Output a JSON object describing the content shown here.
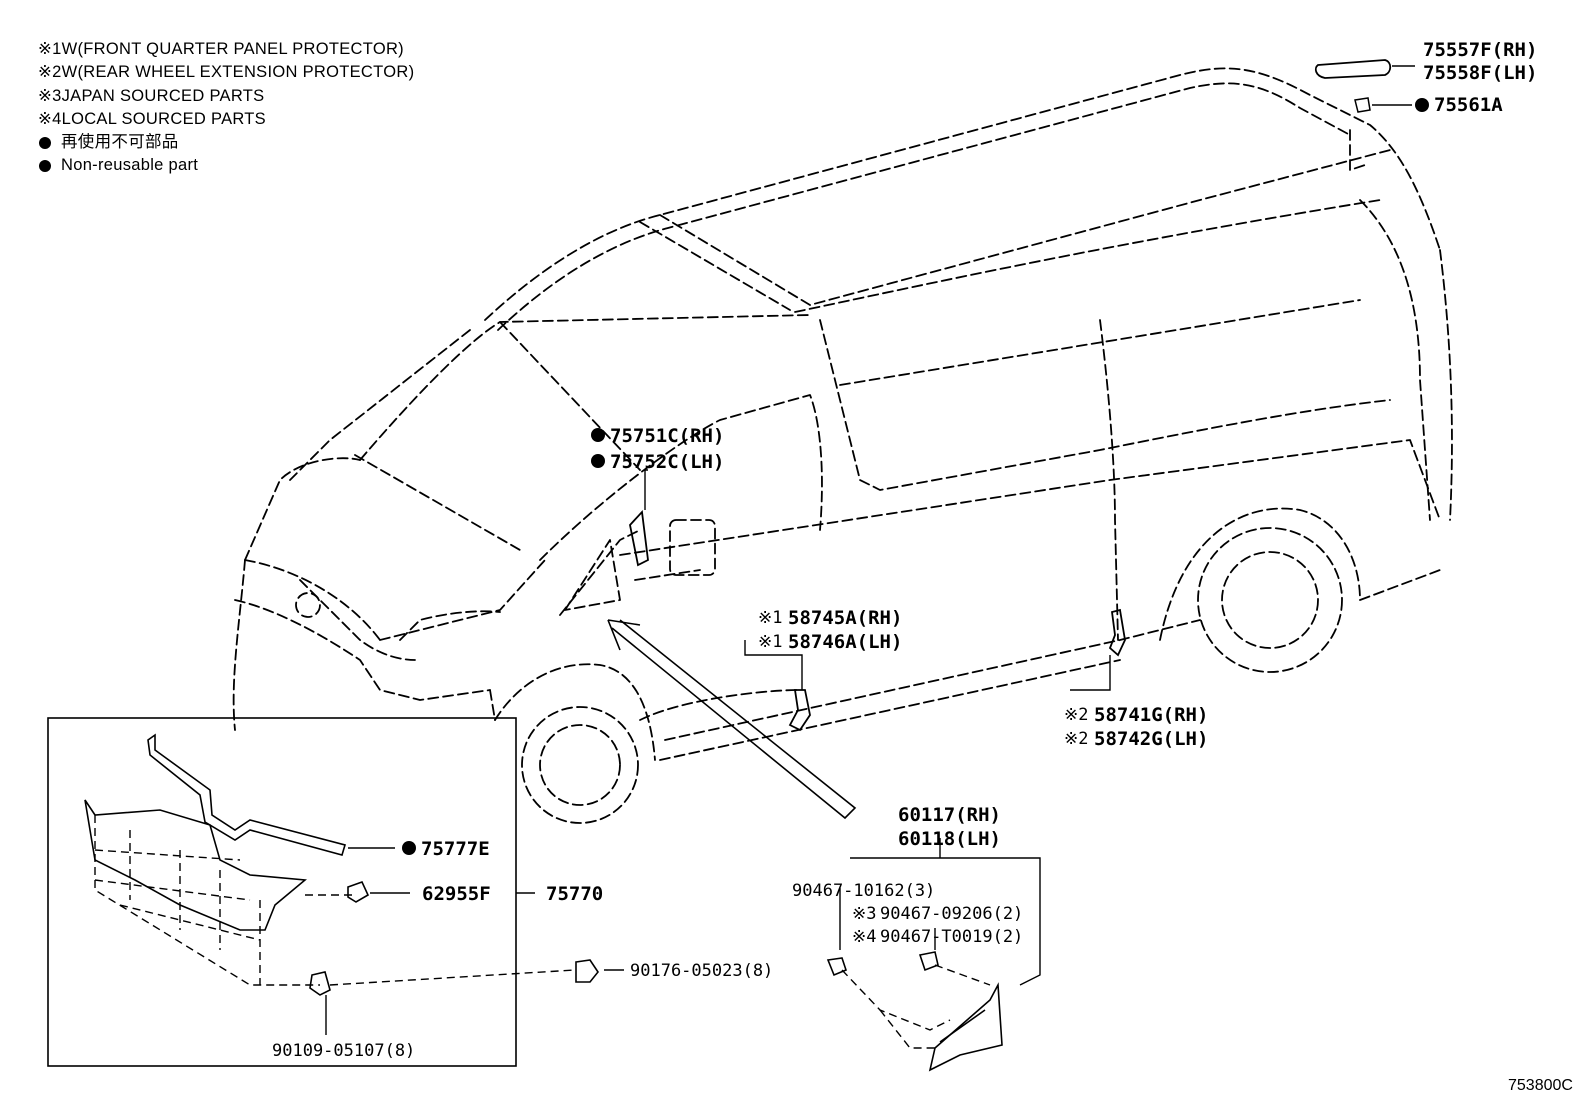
{
  "legend": [
    {
      "mark": "※1",
      "text": "W(FRONT QUARTER PANEL PROTECTOR)"
    },
    {
      "mark": "※2",
      "text": "W(REAR WHEEL EXTENSION PROTECTOR)"
    },
    {
      "mark": "※3",
      "text": "JAPAN SOURCED PARTS"
    },
    {
      "mark": "※4",
      "text": "LOCAL SOURCED PARTS"
    },
    {
      "mark": "●",
      "text": "再使用不可部品"
    },
    {
      "mark": "●",
      "text": "Non-reusable part"
    }
  ],
  "parts": {
    "p75557F": "75557F(RH)",
    "p75558F": "75558F(LH)",
    "p75561A": "75561A",
    "p75751C": "75751C(RH)",
    "p75752C": "75752C(LH)",
    "p58745A": "58745A(RH)",
    "p58746A": "58746A(LH)",
    "p58741G": "58741G(RH)",
    "p58742G": "58742G(LH)",
    "p60117": "60117(RH)",
    "p60118": "60118(LH)",
    "p90467_10162": "90467-10162(3)",
    "p90467_09206": "90467-09206(2)",
    "p90467_T0019": "90467-T0019(2)",
    "p75777E": "75777E",
    "p62955F": "62955F",
    "p75770": "75770",
    "p90176": "90176-05023(8)",
    "p90109": "90109-05107(8)"
  },
  "marks": {
    "m1": "※1",
    "m2": "※2",
    "m3": "※3",
    "m4": "※4"
  },
  "diagram_code": "753800C"
}
